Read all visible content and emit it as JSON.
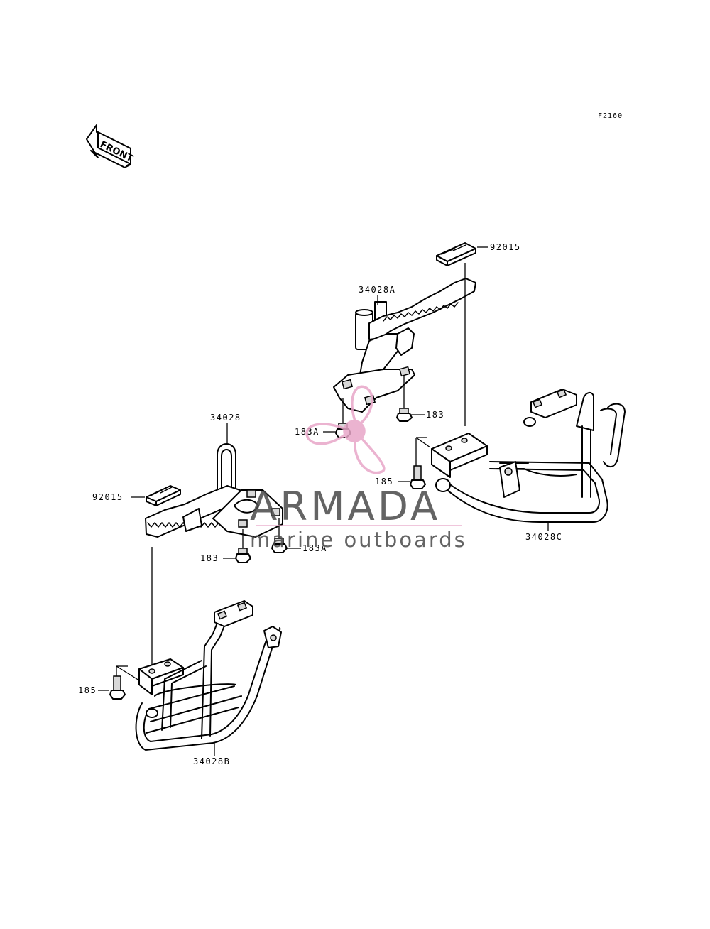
{
  "figure_code": "F2160",
  "front_label": "FRONT",
  "labels": {
    "l_92015_top": "92015",
    "l_34028A": "34028A",
    "l_183_right": "183",
    "l_183A_mid": "183A",
    "l_185_right": "185",
    "l_34028C": "34028C",
    "l_34028": "34028",
    "l_92015_left": "92015",
    "l_183_left": "183",
    "l_183A_left": "183A",
    "l_185_left": "185",
    "l_34028B": "34028B"
  },
  "watermark": {
    "name": "ARMADA",
    "tagline": "marine outboards",
    "logo_color": "#e8a6c8"
  }
}
